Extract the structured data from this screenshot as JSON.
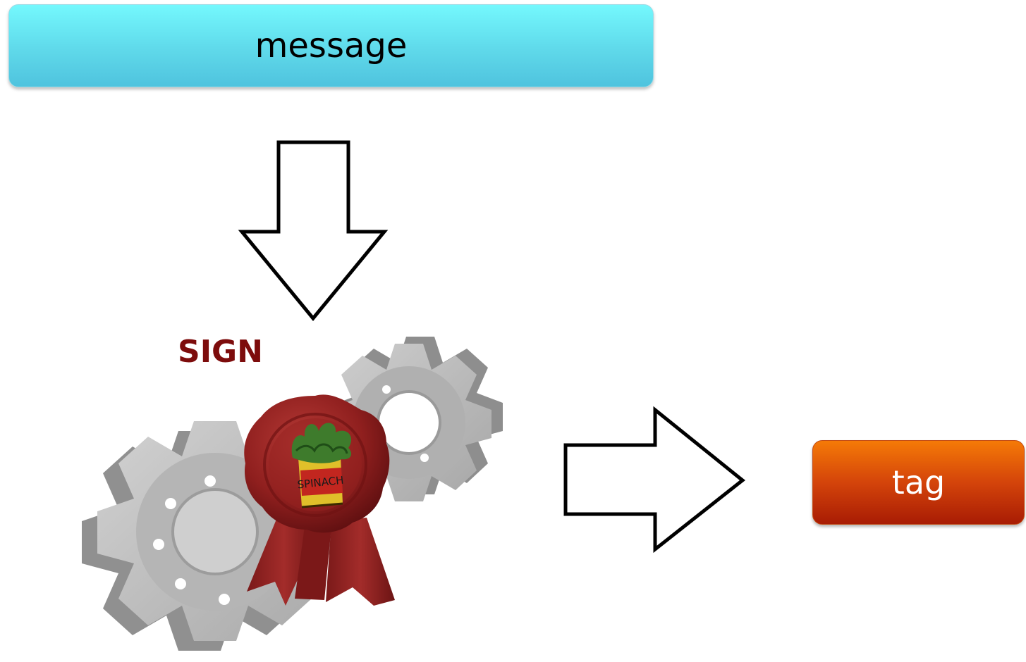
{
  "nodes": {
    "message": "message",
    "tag": "tag",
    "operation": "SIGN",
    "seal_text": "SPINACH"
  },
  "colors": {
    "message_fill": "#66e8f5",
    "tag_fill": "#d4440a",
    "sign_label": "#7d0c0c",
    "gear": "#b3b3b3",
    "seal": "#8b1f1f"
  },
  "icons": [
    "down-arrow-icon",
    "right-arrow-icon",
    "gears-icon",
    "wax-seal-icon"
  ]
}
